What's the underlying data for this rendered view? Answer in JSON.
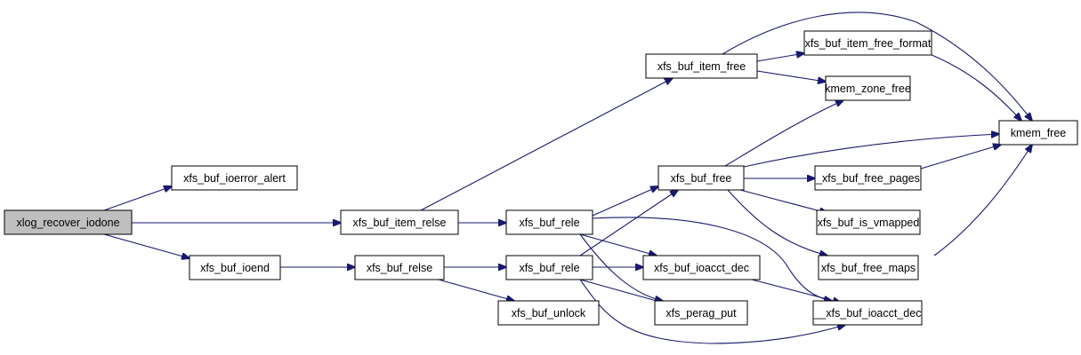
{
  "diagram": {
    "colors": {
      "edge": "#191970",
      "root_fill": "#bfbfbf",
      "node_fill": "#ffffff",
      "node_border": "#000000"
    },
    "nodes": {
      "xlog_recover_iodone": "xlog_recover_iodone",
      "xfs_buf_ioerror_alert": "xfs_buf_ioerror_alert",
      "xfs_buf_item_relse": "xfs_buf_item_relse",
      "xfs_buf_ioend": "xfs_buf_ioend",
      "xfs_buf_relse": "xfs_buf_relse",
      "xfs_buf_unlock": "xfs_buf_unlock",
      "xfs_buf_rele_a": "xfs_buf_rele",
      "xfs_buf_rele_b": "xfs_buf_rele",
      "xfs_buf_item_free": "xfs_buf_item_free",
      "xfs_buf_free": "xfs_buf_free",
      "xfs_buf_ioacct_dec": "xfs_buf_ioacct_dec",
      "xfs_perag_put": "xfs_perag_put",
      "xfs_buf_item_free_format": "xfs_buf_item_free_format",
      "kmem_zone_free": "kmem_zone_free",
      "_xfs_buf_free_pages": "_xfs_buf_free_pages",
      "xfs_buf_is_vmapped": "xfs_buf_is_vmapped",
      "xfs_buf_free_maps": "xfs_buf_free_maps",
      "__xfs_buf_ioacct_dec": "__xfs_buf_ioacct_dec",
      "kmem_free": "kmem_free"
    },
    "edges": [
      [
        "xlog_recover_iodone",
        "xfs_buf_ioerror_alert"
      ],
      [
        "xlog_recover_iodone",
        "xfs_buf_item_relse"
      ],
      [
        "xlog_recover_iodone",
        "xfs_buf_ioend"
      ],
      [
        "xfs_buf_item_relse",
        "xfs_buf_item_free"
      ],
      [
        "xfs_buf_item_relse",
        "xfs_buf_rele_a"
      ],
      [
        "xfs_buf_ioend",
        "xfs_buf_relse"
      ],
      [
        "xfs_buf_relse",
        "xfs_buf_rele_b"
      ],
      [
        "xfs_buf_relse",
        "xfs_buf_unlock"
      ],
      [
        "xfs_buf_item_free",
        "xfs_buf_item_free_format"
      ],
      [
        "xfs_buf_item_free",
        "kmem_zone_free"
      ],
      [
        "xfs_buf_item_free",
        "kmem_free"
      ],
      [
        "xfs_buf_item_free_format",
        "kmem_free"
      ],
      [
        "xfs_buf_rele_a",
        "xfs_buf_free"
      ],
      [
        "xfs_buf_rele_a",
        "xfs_buf_ioacct_dec"
      ],
      [
        "xfs_buf_rele_a",
        "xfs_perag_put"
      ],
      [
        "xfs_buf_rele_a",
        "__xfs_buf_ioacct_dec"
      ],
      [
        "xfs_buf_rele_b",
        "xfs_buf_free"
      ],
      [
        "xfs_buf_rele_b",
        "xfs_buf_ioacct_dec"
      ],
      [
        "xfs_buf_rele_b",
        "xfs_perag_put"
      ],
      [
        "xfs_buf_rele_b",
        "__xfs_buf_ioacct_dec"
      ],
      [
        "xfs_buf_free",
        "kmem_zone_free"
      ],
      [
        "xfs_buf_free",
        "kmem_free"
      ],
      [
        "xfs_buf_free",
        "_xfs_buf_free_pages"
      ],
      [
        "xfs_buf_free",
        "xfs_buf_is_vmapped"
      ],
      [
        "xfs_buf_free",
        "xfs_buf_free_maps"
      ],
      [
        "_xfs_buf_free_pages",
        "kmem_free"
      ],
      [
        "xfs_buf_free_maps",
        "kmem_free"
      ],
      [
        "xfs_buf_ioacct_dec",
        "__xfs_buf_ioacct_dec"
      ]
    ]
  }
}
